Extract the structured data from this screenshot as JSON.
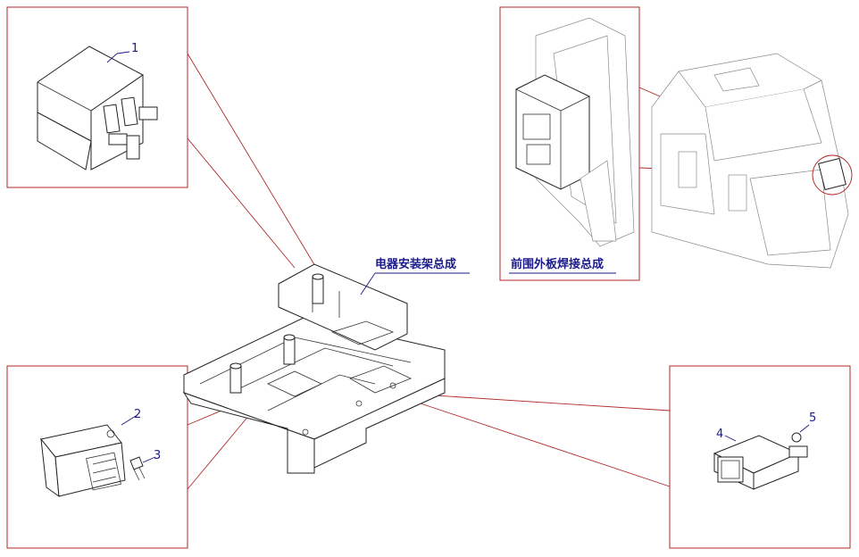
{
  "labels": {
    "assembly_title": "电器安装架总成",
    "panel_title": "前围外板焊接总成",
    "callout_1": "1",
    "callout_2": "2",
    "callout_3": "3",
    "callout_4": "4",
    "callout_5": "5"
  },
  "colors": {
    "frame": "#b02a2a",
    "text": "#1a1a8c",
    "line": "#222222"
  }
}
